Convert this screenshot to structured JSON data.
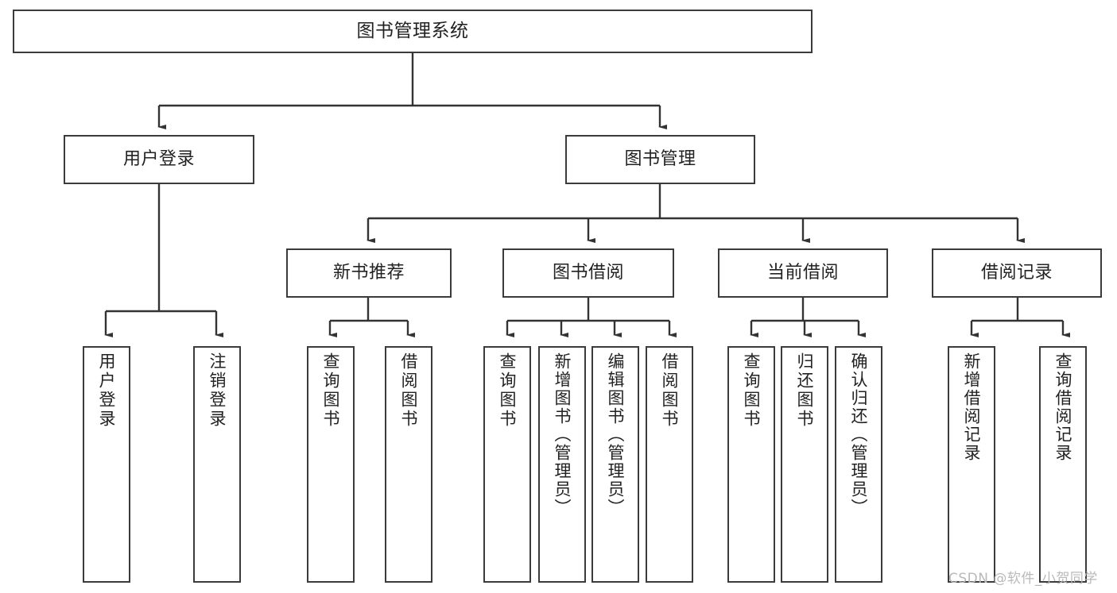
{
  "diagram": {
    "type": "tree",
    "title": "图书管理系统",
    "watermark": "CSDN @软件_小贺同学",
    "colors": {
      "node_border": "#3b3b3b",
      "node_fill": "#ffffff",
      "edge": "#333333",
      "text": "#222222",
      "watermark": "#b9b9b9"
    },
    "nodes": {
      "root": {
        "label": "图书管理系统"
      },
      "level1": [
        {
          "id": "user-login",
          "label": "用户登录"
        },
        {
          "id": "book-manage",
          "label": "图书管理"
        }
      ],
      "level2": [
        {
          "id": "new-book-recommend",
          "label": "新书推荐"
        },
        {
          "id": "book-borrow",
          "label": "图书借阅"
        },
        {
          "id": "current-borrow",
          "label": "当前借阅"
        },
        {
          "id": "borrow-record",
          "label": "借阅记录"
        }
      ],
      "leaves": [
        {
          "id": "leaf-user-login",
          "label": "用户登录",
          "parent": "user-login"
        },
        {
          "id": "leaf-logout-login",
          "label": "注销登录",
          "parent": "user-login"
        },
        {
          "id": "leaf-query-book-1",
          "label": "查询图书",
          "parent": "new-book-recommend"
        },
        {
          "id": "leaf-borrow-book-1",
          "label": "借阅图书",
          "parent": "new-book-recommend"
        },
        {
          "id": "leaf-query-book-2",
          "label": "查询图书",
          "parent": "book-borrow"
        },
        {
          "id": "leaf-add-book",
          "label": "新增图书（管理员）",
          "parent": "book-borrow"
        },
        {
          "id": "leaf-edit-book",
          "label": "编辑图书（管理员）",
          "parent": "book-borrow"
        },
        {
          "id": "leaf-borrow-book-2",
          "label": "借阅图书",
          "parent": "book-borrow"
        },
        {
          "id": "leaf-query-book-3",
          "label": "查询图书",
          "parent": "current-borrow"
        },
        {
          "id": "leaf-return-book",
          "label": "归还图书",
          "parent": "current-borrow"
        },
        {
          "id": "leaf-confirm-return",
          "label": "确认归还（管理员）",
          "parent": "current-borrow"
        },
        {
          "id": "leaf-add-record",
          "label": "新增借阅记录",
          "parent": "borrow-record"
        },
        {
          "id": "leaf-query-record",
          "label": "查询借阅记录",
          "parent": "borrow-record"
        }
      ]
    }
  }
}
